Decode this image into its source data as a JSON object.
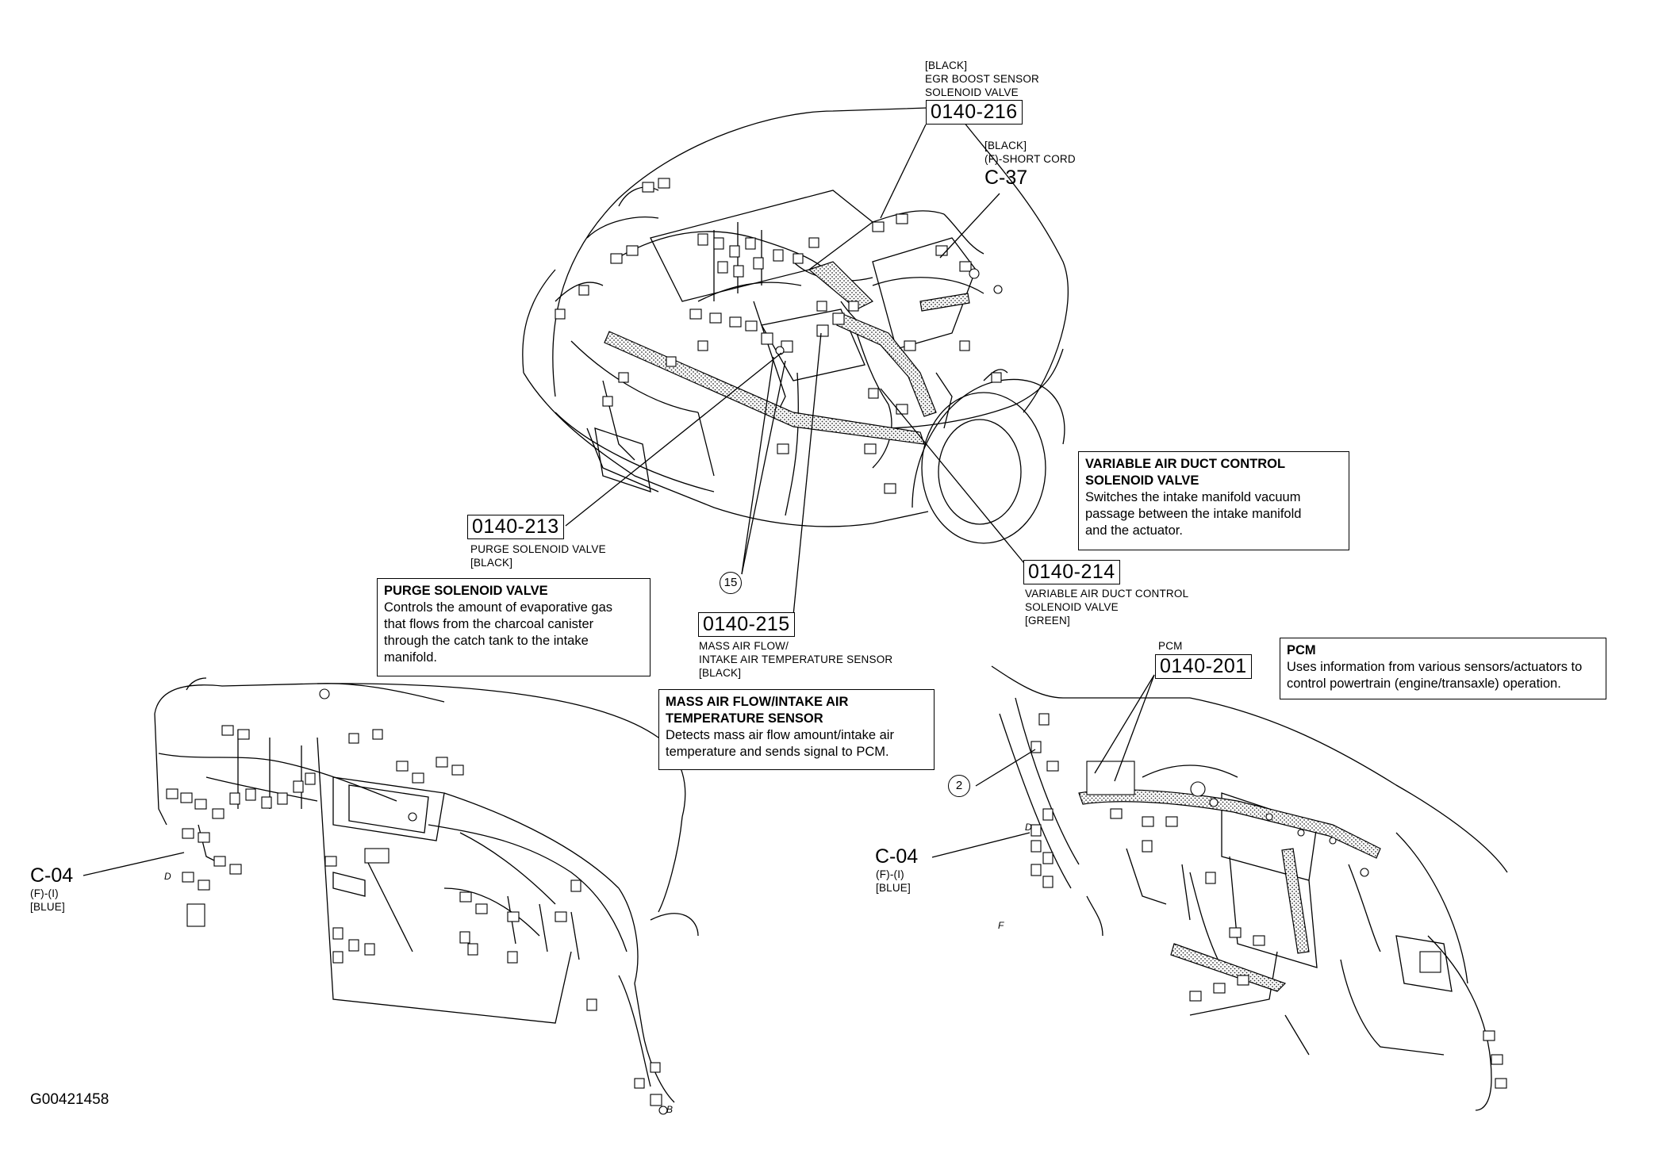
{
  "figure_id": "G00421458",
  "callouts": {
    "c216": {
      "code": "0140-216",
      "label": "[BLACK]\nEGR BOOST SENSOR\nSOLENOID VALVE"
    },
    "c37": {
      "code": "C-37",
      "label": "[BLACK]\n(F)-SHORT CORD"
    },
    "c213": {
      "code": "0140-213",
      "label": "PURGE SOLENOID VALVE\n[BLACK]"
    },
    "c214": {
      "code": "0140-214",
      "label": "VARIABLE AIR DUCT CONTROL\nSOLENOID VALVE\n[GREEN]"
    },
    "c215": {
      "code": "0140-215",
      "label": "MASS AIR FLOW/\nINTAKE AIR TEMPERATURE SENSOR\n[BLACK]"
    },
    "c201": {
      "code": "0140-201",
      "label": "PCM"
    },
    "c04_left": {
      "code": "C-04",
      "label": "(F)-(I)\n[BLUE]"
    },
    "c04_right": {
      "code": "C-04",
      "label": "(F)-(I)\n[BLUE]"
    }
  },
  "circled_markers": {
    "m15": "15",
    "m2": "2"
  },
  "connector_letters": {
    "d_left": "D",
    "d_right": "D",
    "f_right": "F",
    "b_left": "B"
  },
  "info_boxes": {
    "vad": {
      "title": "VARIABLE AIR DUCT CONTROL\nSOLENOID VALVE",
      "desc": "Switches the intake manifold vacuum\npassage between the intake manifold\nand the actuator."
    },
    "purge": {
      "title": "PURGE SOLENOID VALVE",
      "desc": "Controls the amount of evaporative gas\nthat flows from the charcoal canister\nthrough the catch tank to the intake\nmanifold."
    },
    "maf": {
      "title": "MASS AIR FLOW/INTAKE AIR\nTEMPERATURE SENSOR",
      "desc": "Detects mass air flow amount/intake air\ntemperature and sends signal to PCM."
    },
    "pcm": {
      "title": "PCM",
      "desc": "Uses information from various sensors/actuators to\ncontrol powertrain (engine/transaxle) operation."
    }
  }
}
